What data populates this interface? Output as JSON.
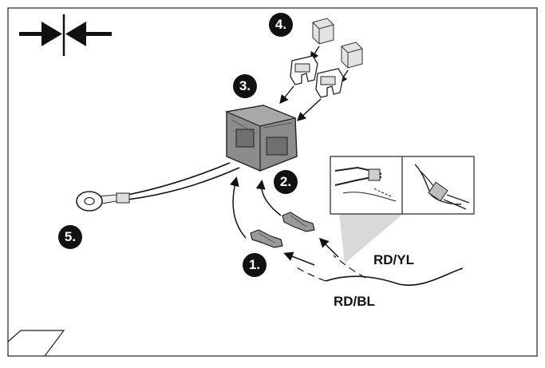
{
  "steps": [
    "1.",
    "2.",
    "3.",
    "4.",
    "5."
  ],
  "wire_labels": {
    "upper": "RD/YL",
    "lower": "RD/BL"
  },
  "icons": {
    "header": "merge-arrows-icon",
    "tool_left": "crimp-tool-icon",
    "tool_right": "crimping-in-hand-icon",
    "corner": "page-corner-icon"
  },
  "colors": {
    "line": "#111111",
    "housing": "#8c8c8c",
    "housing_dark": "#555555",
    "callout": "#d9d9d9",
    "fuse_cap": "#e3e3e3"
  }
}
